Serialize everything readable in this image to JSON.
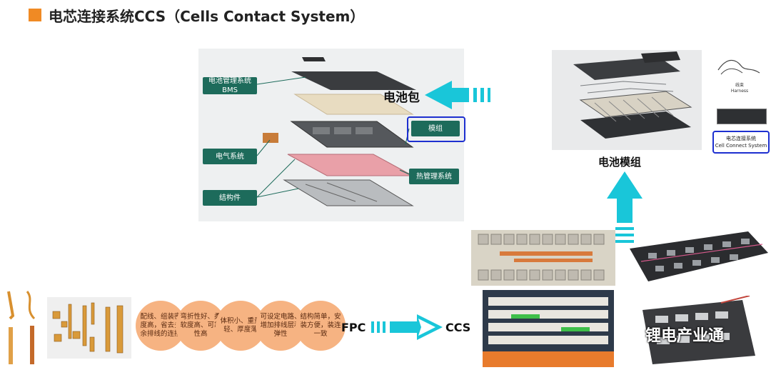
{
  "title": "电芯连接系统CCS（Cells Contact System）",
  "pack_labels": {
    "bms_line1": "电池管理系统",
    "bms_line2": "BMS",
    "electrical": "电气系统",
    "structure": "结构件",
    "module": "模组",
    "thermal": "热管理系统",
    "pack": "电池包"
  },
  "module_labels": {
    "harness_cn": "线束",
    "harness_en": "Harness",
    "ccs_cn": "电芯连接系统",
    "ccs_en": "Cell Connect System",
    "module": "电池模组"
  },
  "features": [
    "配线、组装密度高，省去多余排线的连接",
    "弯折性好、柔软度高、可靠性高",
    "体积小、重量轻、厚度薄",
    "可设定电路、增加排线层和弹性",
    "结构简单，安装方便，装连一致"
  ],
  "fpc_label": "FPC",
  "ccs_label": "CCS",
  "watermark": "锂电产业通",
  "colors": {
    "accent_orange": "#f08a24",
    "teal": "#1d6b5b",
    "arrow_cyan": "#19c6d9",
    "highlight_blue": "#1d2fd0",
    "circle_peach": "#f6b382"
  }
}
